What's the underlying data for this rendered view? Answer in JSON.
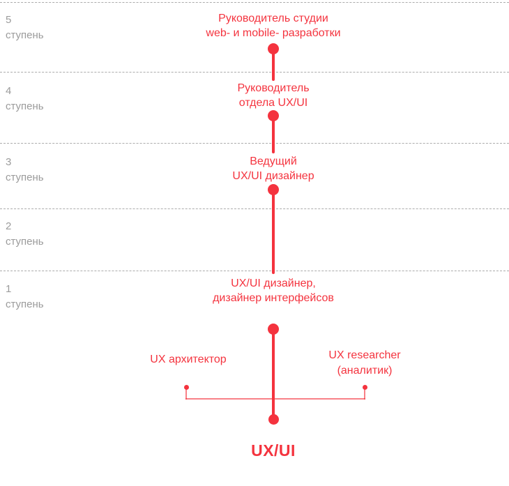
{
  "colors": {
    "accent_red": "#f4333e",
    "label_gray": "#9b9b9b",
    "dash_gray": "#ababab"
  },
  "levels": [
    {
      "number": "5",
      "label": "ступень",
      "title_line1": "Руководитель студии",
      "title_line2": "web- и mobile- разработки"
    },
    {
      "number": "4",
      "label": "ступень",
      "title_line1": "Руководитель",
      "title_line2": "отдела UX/UI"
    },
    {
      "number": "3",
      "label": "ступень",
      "title_line1": "Ведущий",
      "title_line2": "UX/UI дизайнер"
    },
    {
      "number": "2",
      "label": "ступень",
      "title_line1": "",
      "title_line2": ""
    },
    {
      "number": "1",
      "label": "ступень",
      "title_line1": "UX/UI дизайнер,",
      "title_line2": "дизайнер интерфейсов"
    }
  ],
  "branches": {
    "left": {
      "line1": "UX архитектор",
      "line2": ""
    },
    "right": {
      "line1": "UX researcher",
      "line2": "(аналитик)"
    }
  },
  "root_label": "UX/UI"
}
